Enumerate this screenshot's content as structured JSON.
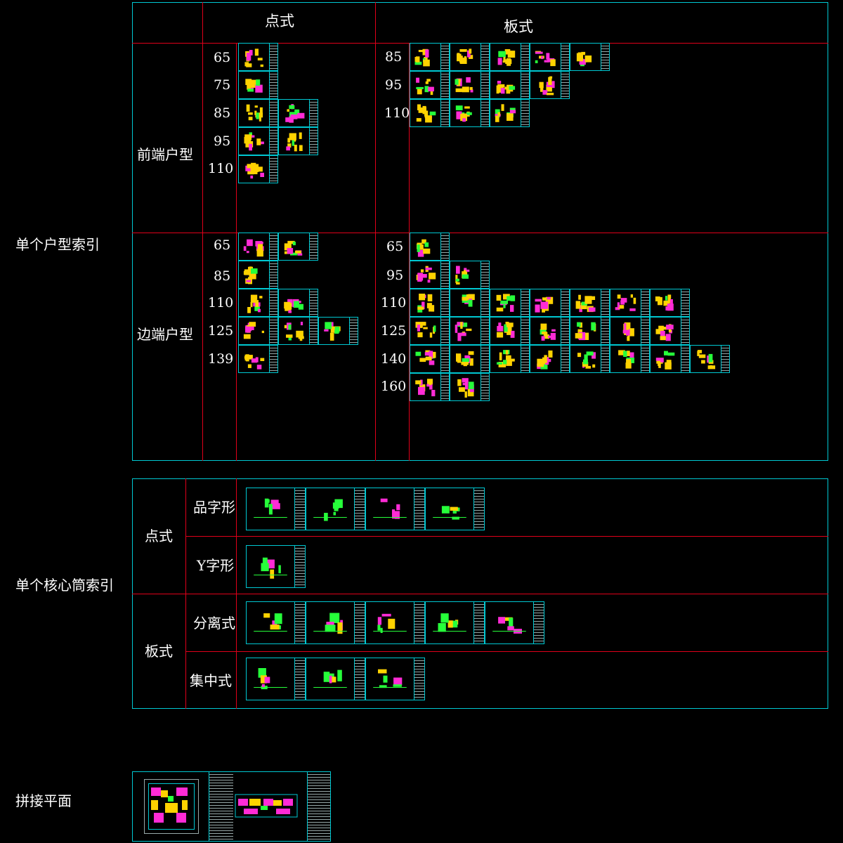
{
  "labels": {
    "unit_index": "单个户型索引",
    "core_index": "单个核心筒索引",
    "combined_plan": "拼接平面"
  },
  "unit_table": {
    "col_point": "点式",
    "col_slab": "板式",
    "row_front": "前端户型",
    "row_end": "边端户型",
    "front_point_sizes": [
      "65",
      "75",
      "85",
      "95",
      "110"
    ],
    "front_slab_sizes": [
      "85",
      "95",
      "110"
    ],
    "end_point_sizes": [
      "65",
      "85",
      "110",
      "125",
      "139"
    ],
    "end_slab_sizes": [
      "65",
      "95",
      "110",
      "125",
      "140",
      "160"
    ]
  },
  "core_table": {
    "point": "点式",
    "slab": "板式",
    "pin_shape": "品字形",
    "y_shape": "Y字形",
    "separated": "分离式",
    "centralized": "集中式"
  },
  "colors": {
    "frame": "#00c8d2",
    "grid": "#e0001a",
    "plan_yellow": "#ffd200",
    "plan_magenta": "#ff2bd6",
    "plan_green": "#26ff3a"
  }
}
